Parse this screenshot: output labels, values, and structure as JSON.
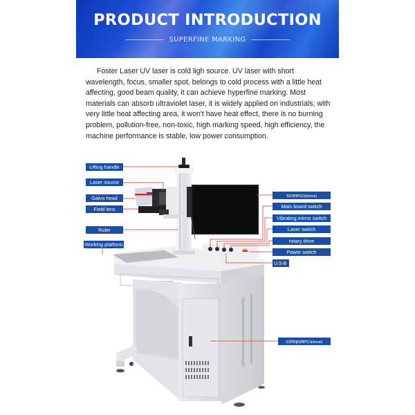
{
  "banner": {
    "title": "PRODUCT INTRODUCTION",
    "subtitle": "SUPERFINE MARKING"
  },
  "intro": {
    "text": "Foster Laser UV laser is cold ligh source. UV laser with short wavelength, focus, smaller spot, belongs to cold process with a little heat affecting, good beam quality, it can achieve hyperfine marking. Most materials can absorb ultraviolet laser, it is widely applied on industrials; with very little heat affecting area, it won't have heat effect, there is no burning problem, pollution-free, non-toxic, high marking speed, high efficiency, the machine performance is stable, low power consumption."
  },
  "labels_left": [
    {
      "text": "Lifting handle"
    },
    {
      "text": "Laser source"
    },
    {
      "text": "Galvo head"
    },
    {
      "text": "Field lens"
    },
    {
      "text": "Ruler"
    },
    {
      "text": "Working platform"
    }
  ],
  "labels_right": [
    {
      "text": "screen",
      "note": "(Optional)"
    },
    {
      "text": "Main board switch"
    },
    {
      "text": "Vibrating mirror switch"
    },
    {
      "text": "Laser switch"
    },
    {
      "text": "rotary drive"
    },
    {
      "text": "Power switch"
    },
    {
      "text": "USB"
    },
    {
      "text": "computer",
      "note": "(Optional)"
    }
  ],
  "colors": {
    "label_bg": "#1a4fa6",
    "leader_line": "#e45a5a",
    "banner_blue": "#1d4fd4"
  }
}
